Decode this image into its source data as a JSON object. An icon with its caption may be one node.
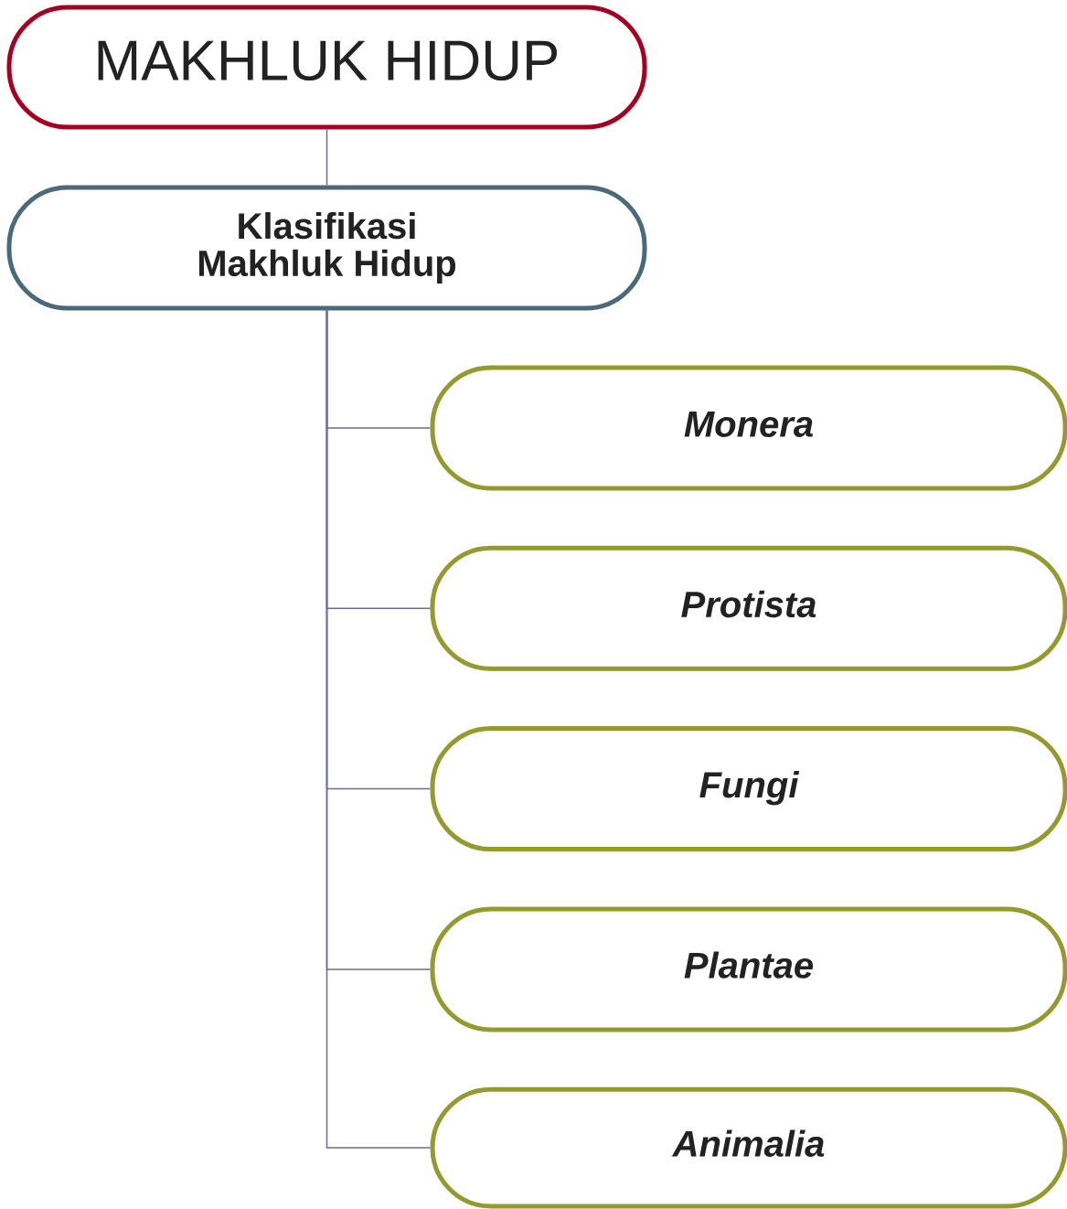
{
  "diagram": {
    "nodes": [
      {
        "text": [
          "MAKHLUK HIDUP"
        ]
      },
      {
        "text": [
          "Klasifikasi Makhluk Hidup"
        ]
      },
      {
        "text": [
          "Monera"
        ]
      },
      {
        "text": [
          "Protista"
        ]
      },
      {
        "text": [
          "Fungi"
        ]
      },
      {
        "text": [
          "Plantae"
        ]
      },
      {
        "text": [
          "Animalia"
        ]
      }
    ],
    "edges": [
      {
        "from": 0,
        "to": 1,
        "arrow": "none"
      },
      {
        "from": 1,
        "to": 2,
        "arrow": "none"
      },
      {
        "from": 1,
        "to": 3,
        "arrow": "none"
      },
      {
        "from": 1,
        "to": 4,
        "arrow": "none"
      },
      {
        "from": 1,
        "to": 5,
        "arrow": "none"
      },
      {
        "from": 1,
        "to": 6,
        "arrow": "none"
      }
    ]
  }
}
